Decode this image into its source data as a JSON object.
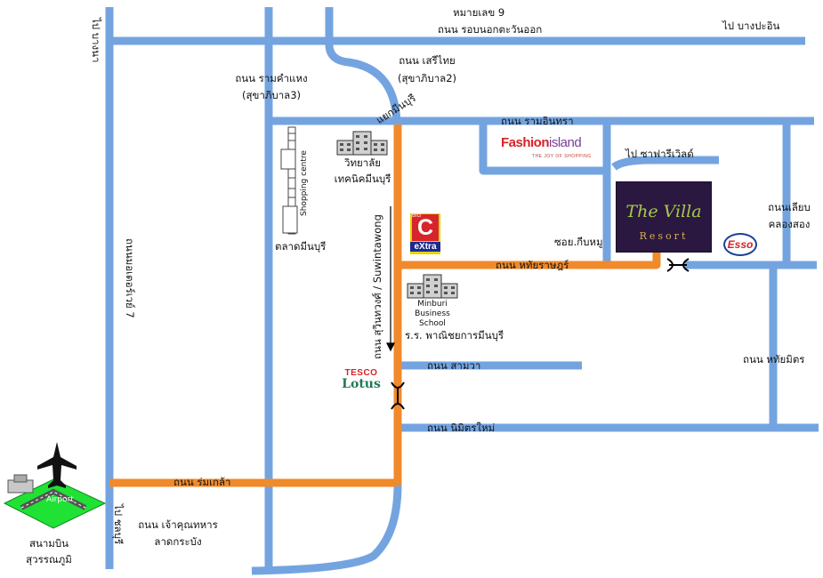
{
  "roads": {
    "highway9": "หมายเลข 9",
    "outer_ring": "ถนน รอบนอกตะวันออก",
    "to_bangpa_in": "ไป บางปะอิน",
    "to_bangna": "ไป บางนา",
    "ramkhamhaeng": "ถนน รามคำแหง",
    "sukhapiban3": "(สุขาภิบาล3)",
    "seri_thai": "ถนน เสรีไทย",
    "sukhapiban2": "(สุขาภิบาล2)",
    "minburi_junction": "แยกมีนบุรี",
    "ramintra": "ถนน รามอินทรา",
    "to_safari_world": "ไป ซาฟารีเวิลด์",
    "liab_khlong_song": "ถนนเลียบ",
    "liab_khlong_song_2": "คลองสอง",
    "soi_kiboo": "ซอย.กีบหมู",
    "hathai_rat": "ถนน หทัยราษฎร์",
    "hathai_mit": "ถนน หทัยมิตร",
    "suwinthawong": "ถนน สุวินทวงศ์ / Suwintawong",
    "samwa": "ถนน สามวา",
    "nimit_mai": "ถนน นิมิตรใหม่",
    "rom_klao": "ถนน ร่มเกล้า",
    "motorway7": "ถนนมอเตอร์เวย์ 7",
    "chao_khun_thahan": "ถนน เจ้าคุณทหาร",
    "lat_krabang": "ลาดกระบัง",
    "to_chonburi": "ไป ชลบุรี"
  },
  "places": {
    "shopping_centre": "Shopping centre",
    "minburi_market": "ตลาดมีนบุรี",
    "tech_college_1": "วิทยาลัย",
    "tech_college_2": "เทคนิคมีนบุรี",
    "school_en_1": "Minburi",
    "school_en_2": "Business",
    "school_en_3": "School",
    "school_th": "ร.ร. พาณิชยการมีนบุรี",
    "airport_label": "Airport",
    "airport_th_1": "สนามบิน",
    "airport_th_2": "สุวรรณภูมิ"
  },
  "logos": {
    "fashion_island": {
      "fashion": "Fashion",
      "island": "island",
      "tagline": "THE JOY OF SHOPPING"
    },
    "villa": {
      "title": "The Villa",
      "subtitle": "Resort"
    },
    "big_c": {
      "big": "BIG",
      "c": "C",
      "extra": "eXtra"
    },
    "esso": "Esso",
    "tesco": {
      "top": "TESCO",
      "bottom": "Lotus"
    }
  },
  "colors": {
    "road": "#74a4e0",
    "route": "#f08a2a",
    "grass": "#1fe234",
    "water": "#2a1840"
  }
}
